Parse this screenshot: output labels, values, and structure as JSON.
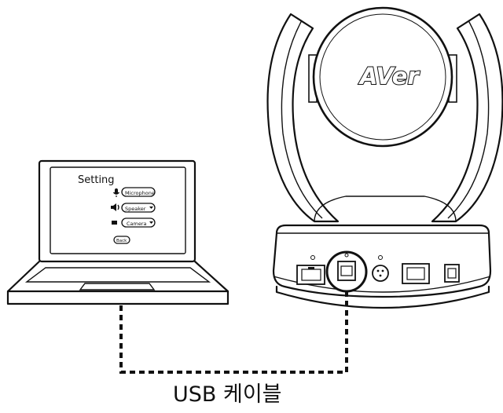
{
  "laptop": {
    "screen_title": "Setting",
    "settings": [
      {
        "icon": "microphone-icon",
        "value": "Microphone"
      },
      {
        "icon": "speaker-icon",
        "value": "Speaker"
      },
      {
        "icon": "camera-icon",
        "value": "Camera"
      }
    ],
    "screen_button": "Back"
  },
  "camera": {
    "brand": "AVer"
  },
  "caption": "USB 케이블"
}
